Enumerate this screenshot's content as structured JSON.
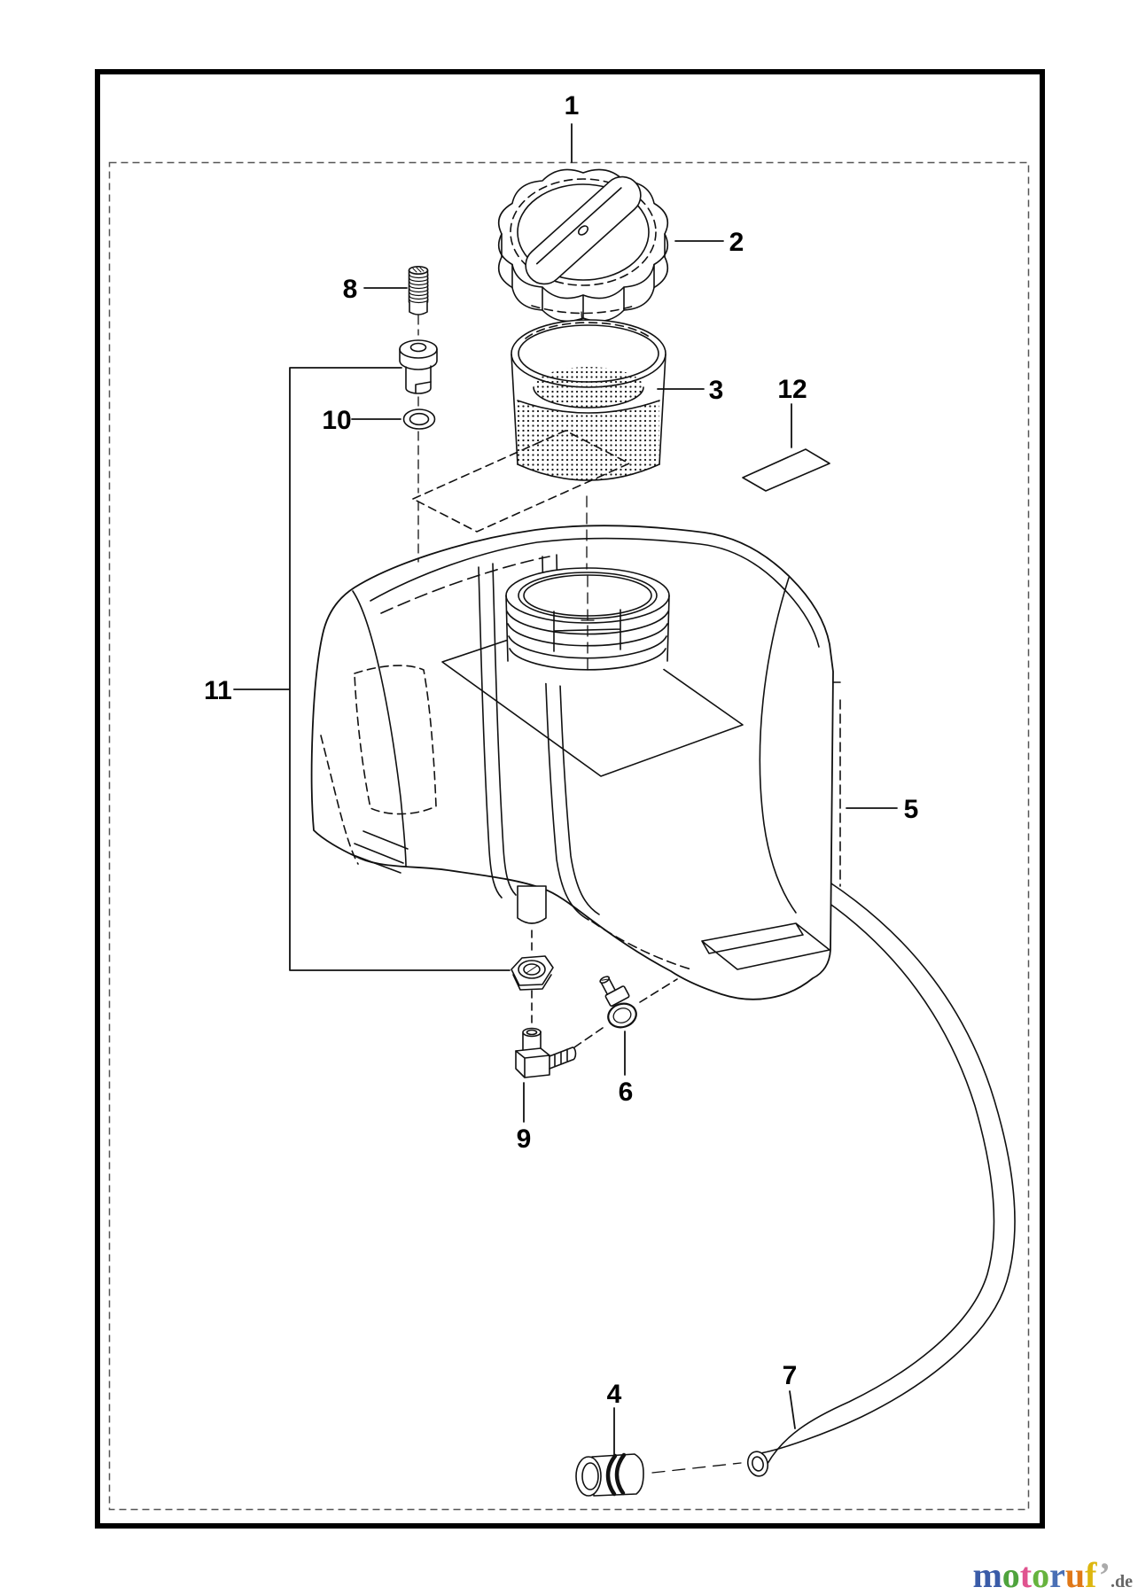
{
  "frame": {
    "outer_border_color": "#000000",
    "dashed_border_color": "#555555"
  },
  "callouts": [
    "1",
    "2",
    "3",
    "4",
    "5",
    "6",
    "7",
    "8",
    "9",
    "10",
    "11",
    "12"
  ],
  "watermark": {
    "letters": [
      {
        "ch": "m",
        "color": "#3a5ca8"
      },
      {
        "ch": "o",
        "color": "#4ea33d"
      },
      {
        "ch": "t",
        "color": "#e0538f"
      },
      {
        "ch": "o",
        "color": "#67b33e"
      },
      {
        "ch": "r",
        "color": "#4a6fb5"
      },
      {
        "ch": "u",
        "color": "#e07818"
      },
      {
        "ch": "f",
        "color": "#ddb60f"
      },
      {
        "ch": "’",
        "color": "#aaaaaa"
      }
    ],
    "suffix": ".de",
    "suffix_color": "#666666"
  }
}
